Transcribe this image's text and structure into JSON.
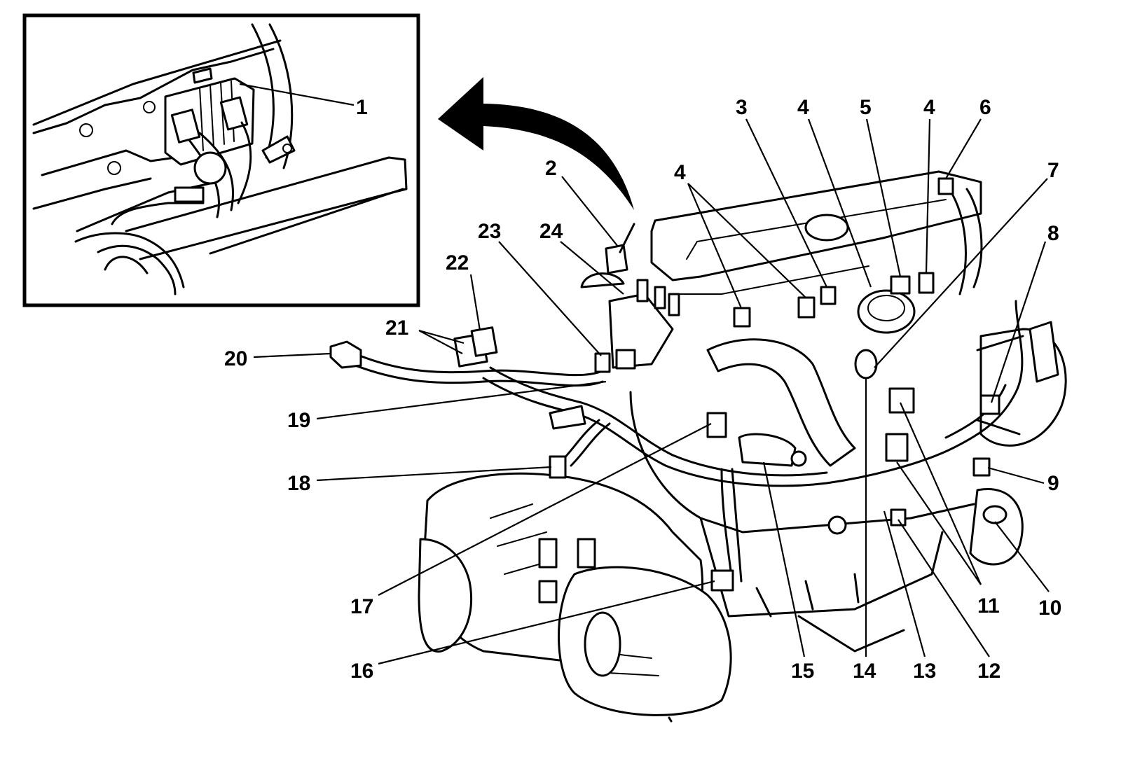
{
  "callouts": [
    {
      "id": "c1",
      "text": "1"
    },
    {
      "id": "c2",
      "text": "2"
    },
    {
      "id": "c3",
      "text": "3"
    },
    {
      "id": "c4a",
      "text": "4"
    },
    {
      "id": "c4b",
      "text": "4"
    },
    {
      "id": "c4c",
      "text": "4"
    },
    {
      "id": "c5",
      "text": "5"
    },
    {
      "id": "c6",
      "text": "6"
    },
    {
      "id": "c7",
      "text": "7"
    },
    {
      "id": "c8",
      "text": "8"
    },
    {
      "id": "c9",
      "text": "9"
    },
    {
      "id": "c10",
      "text": "10"
    },
    {
      "id": "c11",
      "text": "11"
    },
    {
      "id": "c12",
      "text": "12"
    },
    {
      "id": "c13",
      "text": "13"
    },
    {
      "id": "c14",
      "text": "14"
    },
    {
      "id": "c15",
      "text": "15"
    },
    {
      "id": "c16",
      "text": "16"
    },
    {
      "id": "c17",
      "text": "17"
    },
    {
      "id": "c18",
      "text": "18"
    },
    {
      "id": "c19",
      "text": "19"
    },
    {
      "id": "c20",
      "text": "20"
    },
    {
      "id": "c21",
      "text": "21"
    },
    {
      "id": "c22",
      "text": "22"
    },
    {
      "id": "c23",
      "text": "23"
    },
    {
      "id": "c24",
      "text": "24"
    }
  ]
}
